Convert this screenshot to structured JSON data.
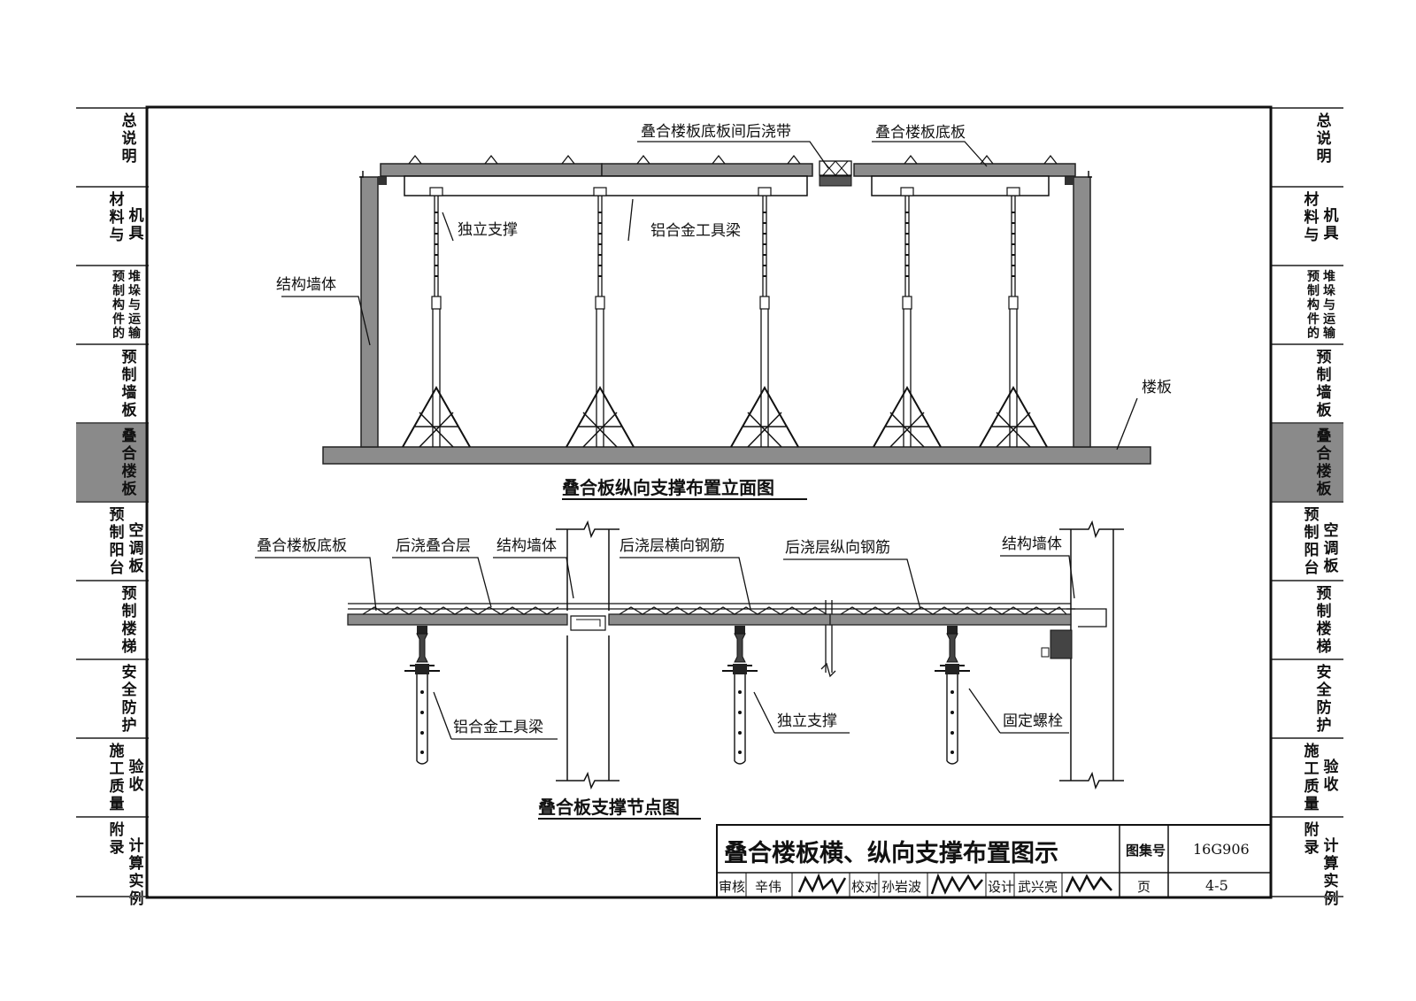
{
  "side_tabs": [
    {
      "id": "general",
      "cols": [
        "总说明"
      ]
    },
    {
      "id": "materials",
      "cols": [
        "材料与",
        "机具"
      ]
    },
    {
      "id": "stacking",
      "cols": [
        "预制构件的",
        "堆垛与运输"
      ]
    },
    {
      "id": "wall",
      "cols": [
        "预制墙板"
      ]
    },
    {
      "id": "slab",
      "cols": [
        "叠合楼板"
      ]
    },
    {
      "id": "balcony",
      "cols": [
        "预制阳台",
        "空调板"
      ]
    },
    {
      "id": "stairs",
      "cols": [
        "预制楼梯"
      ]
    },
    {
      "id": "safety",
      "cols": [
        "安全防护"
      ]
    },
    {
      "id": "quality",
      "cols": [
        "施工质量",
        "验收"
      ]
    },
    {
      "id": "appendix",
      "cols": [
        "附录",
        "计算实例"
      ]
    }
  ],
  "upper_diagram": {
    "title": "叠合板纵向支撑布置立面图",
    "labels": {
      "post_pour_strip": "叠合楼板底板间后浇带",
      "slab_bottom": "叠合楼板底板",
      "independent_support": "独立支撑",
      "aluminum_beam": "铝合金工具梁",
      "structural_wall": "结构墙体",
      "floor_slab": "楼板"
    }
  },
  "lower_diagram": {
    "title": "叠合板支撑节点图",
    "labels": {
      "slab_bottom": "叠合楼板底板",
      "post_pour_layer": "后浇叠合层",
      "structural_wall_left": "结构墙体",
      "transverse_rebar": "后浇层横向钢筋",
      "longitudinal_rebar": "后浇层纵向钢筋",
      "structural_wall_right": "结构墙体",
      "aluminum_beam": "铝合金工具梁",
      "independent_support": "独立支撑",
      "fixing_bolt": "固定螺栓"
    }
  },
  "title_block": {
    "title": "叠合楼板横、纵向支撑布置图示",
    "atlas_label": "图集号",
    "atlas_no": "16G906",
    "review_label": "审核",
    "reviewer": "辛伟",
    "check_label": "校对",
    "checker": "孙岩波",
    "design_label": "设计",
    "designer": "武兴亮",
    "page_label": "页",
    "page_no": "4-5"
  }
}
